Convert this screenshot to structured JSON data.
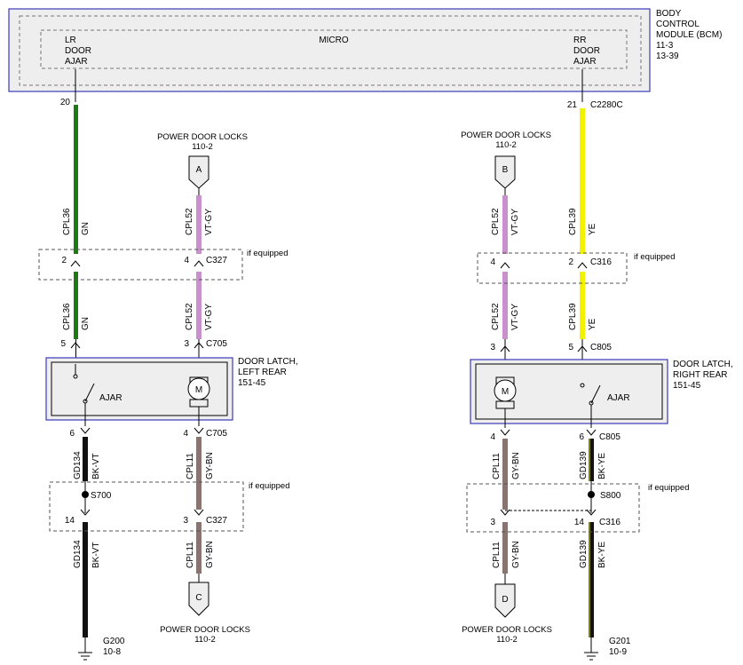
{
  "bcm": {
    "title": [
      "BODY",
      "CONTROL",
      "MODULE (BCM)",
      "11-3",
      "13-39"
    ],
    "micro": "MICRO",
    "lr_label": [
      "LR",
      "DOOR",
      "AJAR"
    ],
    "rr_label": [
      "RR",
      "DOOR",
      "AJAR"
    ]
  },
  "pins": {
    "p20": "20",
    "p21": "21",
    "c2280c": "C2280C",
    "l_c327_2": "2",
    "l_c327_4": "4",
    "c327": "C327",
    "l_c705_5": "5",
    "l_c705_3": "3",
    "c705": "C705",
    "l_c705_6": "6",
    "l_c705_4": "4",
    "c705b": "C705",
    "l_c327_14": "14",
    "l_c327_3": "3",
    "c327b": "C327",
    "r_c316_4": "4",
    "r_c316_2": "2",
    "c316": "C316",
    "r_c805_3": "3",
    "r_c805_5": "5",
    "c805": "C805",
    "r_c805_4": "4",
    "r_c805_6": "6",
    "c805b": "C805",
    "r_c316_3": "3",
    "r_c316_14": "14",
    "c316b": "C316"
  },
  "circuits": {
    "cpl36": "CPL36",
    "gn": "GN",
    "cpl52": "CPL52",
    "vtgy": "VT-GY",
    "cpl39": "CPL39",
    "ye": "YE",
    "gd134": "GD134",
    "bkvt": "BK-VT",
    "cpl11": "CPL11",
    "gybn": "GY-BN",
    "gd139": "GD139",
    "bkye": "BK-YE"
  },
  "refs": {
    "pdl": "POWER DOOR LOCKS",
    "pdl_page": "110-2",
    "a": "A",
    "b": "B",
    "c": "C",
    "d": "D",
    "if_equipped": "if equipped"
  },
  "latch_left": {
    "title": [
      "DOOR LATCH,",
      "LEFT REAR",
      "151-45"
    ],
    "ajar": "AJAR",
    "motor": "M"
  },
  "latch_right": {
    "title": [
      "DOOR LATCH,",
      "RIGHT REAR",
      "151-45"
    ],
    "ajar": "AJAR",
    "motor": "M"
  },
  "splices": {
    "s700": "S700",
    "s800": "S800"
  },
  "grounds": {
    "g200": "G200",
    "g200_page": "10-8",
    "g201": "G201",
    "g201_page": "10-9"
  },
  "colors": {
    "green": "#1d7a12",
    "violet_gray": "#c890cc",
    "yellow": "#f2f200",
    "black": "#111111",
    "gray_brown": "#8a7470",
    "module_border": "#3a3ab8",
    "module_fill": "#eeeeee"
  }
}
